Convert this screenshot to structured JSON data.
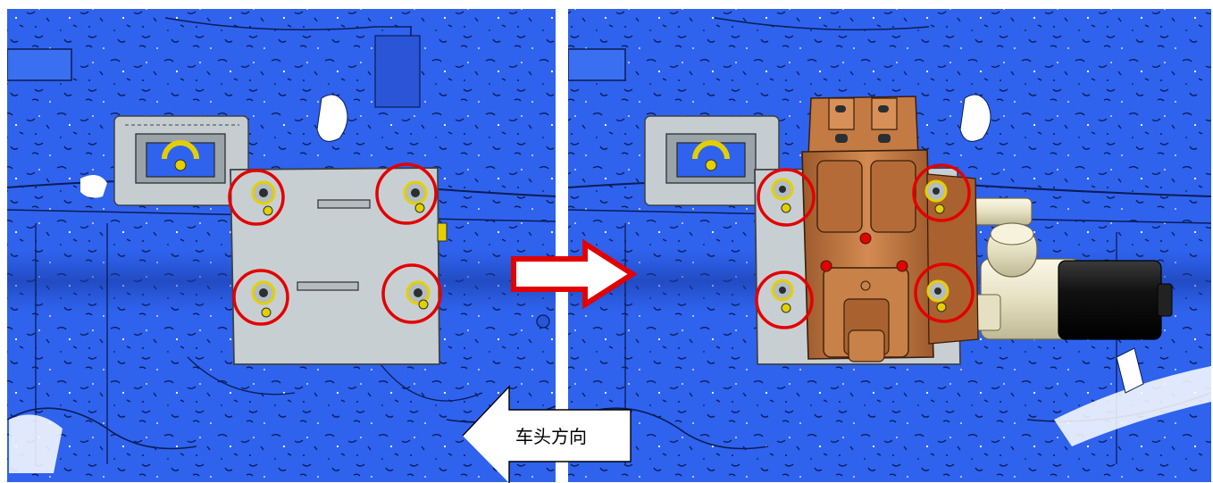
{
  "labels": {
    "direction_text": "车头方向"
  },
  "colors": {
    "body_blue": "#2f63ee",
    "body_blue_dark": "#1d48c8",
    "body_blue_light": "#5a86f5",
    "bracket_gray": "#c6cdd0",
    "highlight_red": "#e30000",
    "bolt_yellow": "#e4d000",
    "pump_copper": "#c47a43",
    "motor_black": "#141414",
    "cylinder_cream": "#e9e4c8"
  },
  "panels": [
    {
      "name": "before-install",
      "highlighted_mount_points": 4
    },
    {
      "name": "after-install",
      "highlighted_mount_points": 4
    }
  ]
}
